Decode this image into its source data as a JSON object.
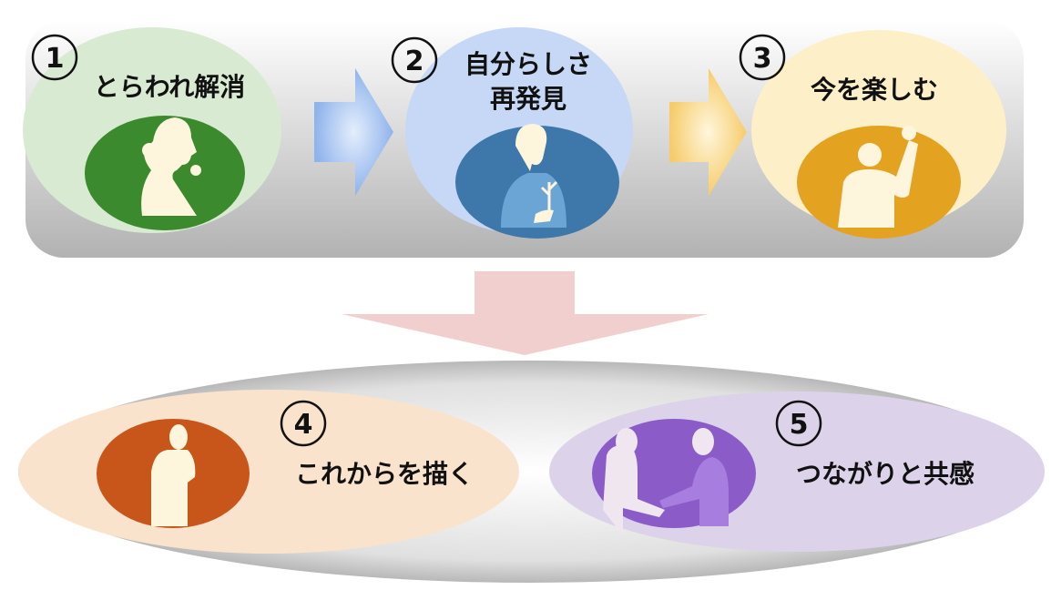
{
  "steps": [
    {
      "number": "1",
      "label": "とらわれ解消",
      "color": "#d9ead3",
      "inner_color": "#3b8a2e",
      "icon": "thinking-woman-silhouette"
    },
    {
      "number": "2",
      "label_line1": "自分らしさ",
      "label_line2": "再発見",
      "color": "#c6d8f5",
      "inner_color": "#3e78aa",
      "icon": "woman-holding-plant-silhouette"
    },
    {
      "number": "3",
      "label": "今を楽しむ",
      "color": "#fdf0c8",
      "inner_color": "#e3a21f",
      "icon": "raised-fist-silhouette"
    },
    {
      "number": "4",
      "label": "これからを描く",
      "color": "#fae3cc",
      "inner_color": "#c8551a",
      "icon": "thinking-man-silhouette"
    },
    {
      "number": "5",
      "label": "つながりと共感",
      "color": "#dcd3ea",
      "inner_color": "#8b5cc8",
      "icon": "handshake-silhouette"
    }
  ]
}
